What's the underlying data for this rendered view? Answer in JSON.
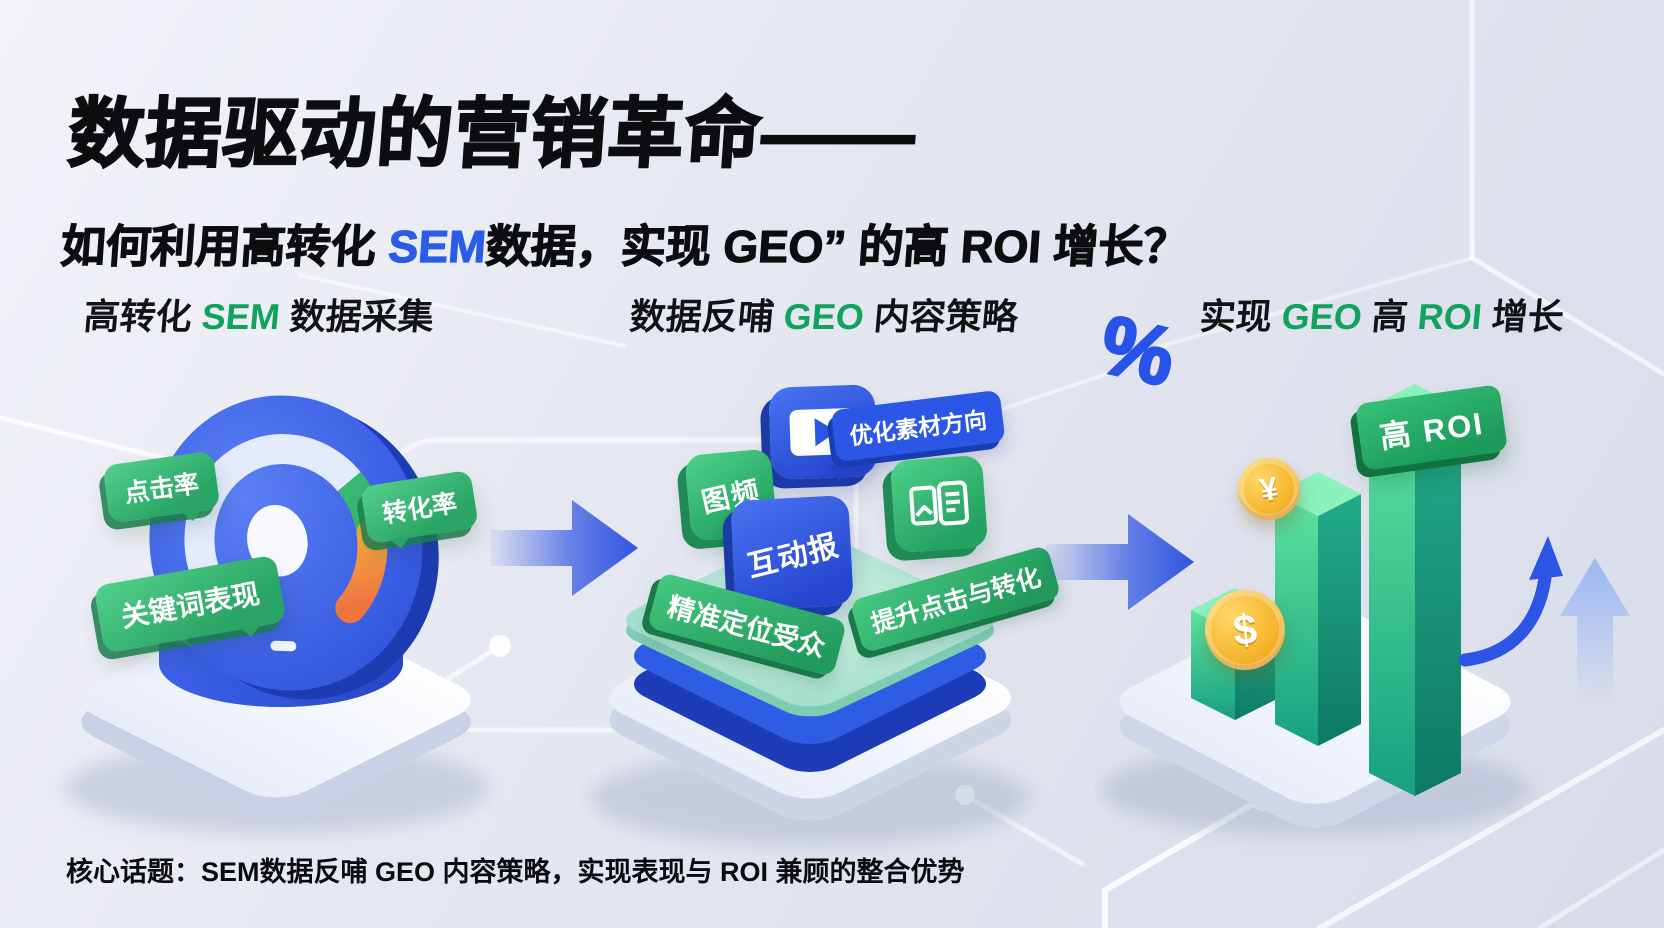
{
  "header": {
    "title": "数据驱动的营销革命——",
    "subtitle_pre": "如何利用高转化 ",
    "subtitle_em": "SEM",
    "subtitle_post": "数据，实现 GEO” 的高 ROI 增长？"
  },
  "sections": {
    "sem": {
      "heading_p1": "高转化 ",
      "heading_em": "SEM",
      "heading_p2": " 数据采集",
      "labels": {
        "ctr": "点击率",
        "cvr": "转化率",
        "keywords": "关键词表现"
      }
    },
    "geo": {
      "heading_p1": "数据反哺 ",
      "heading_em": "GEO",
      "heading_p2": " 内容策略",
      "labels": {
        "optimize": "优化素材方向",
        "media": "图频",
        "interactive": "互动报",
        "audience": "精准定位受众",
        "improve": "提升点击与转化"
      }
    },
    "roi": {
      "heading_p1": "实现 ",
      "heading_em1": "GEO",
      "heading_p2": " 高 ",
      "heading_em2": "ROI",
      "heading_p3": " 增长",
      "labels": {
        "roi_sign": "高 ROI",
        "yuan": "¥",
        "dollar": "$",
        "percent": "%"
      }
    }
  },
  "footer": {
    "text": "核心话题：SEM数据反哺 GEO 内容策略，实现表现与 ROI 兼顾的整合优势"
  },
  "colors": {
    "accent_blue": "#2a5ce6",
    "accent_green": "#11a35e",
    "bubble_green": "#2aa565",
    "box_blue": "#2446cf",
    "gauge_orange": "#f0823f",
    "coin_gold": "#f6b72f"
  }
}
